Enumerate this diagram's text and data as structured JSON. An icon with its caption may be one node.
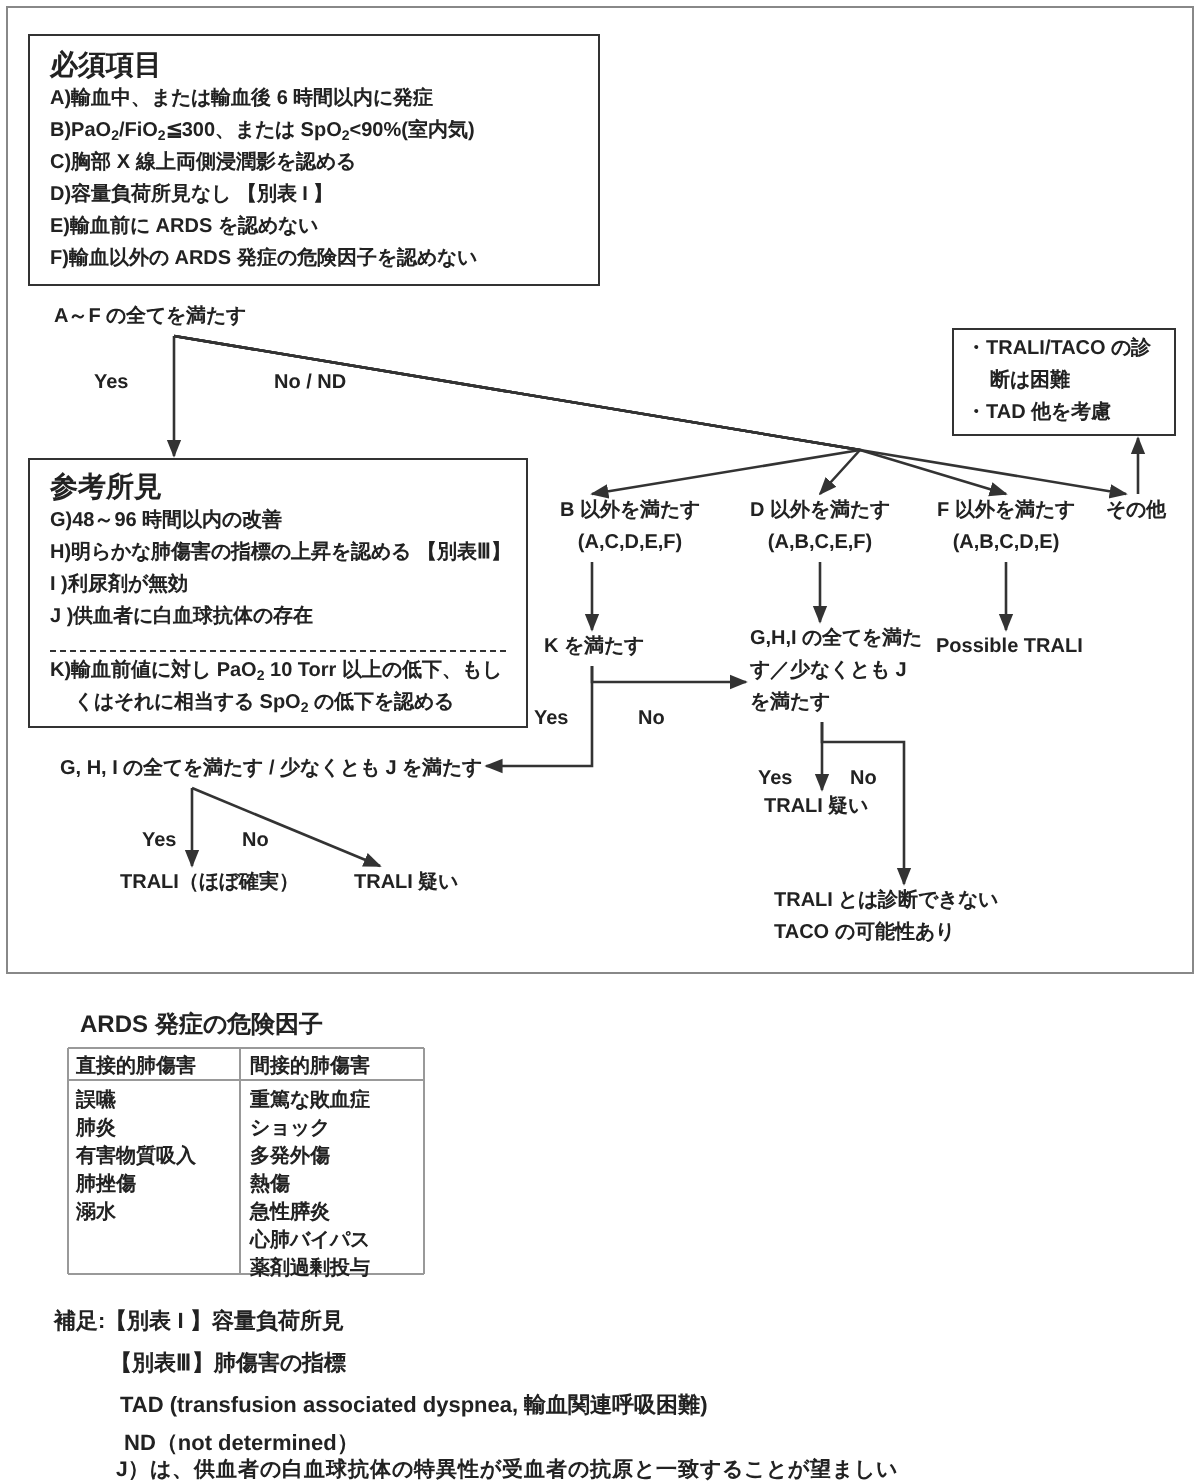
{
  "diagram": {
    "nodes": [
      {
        "text": [
          "必須項目",
          "A)輸血中、または輸血後 6 時間以内に発症",
          "B)PaO$_{2}$/FiO$_{2}$≦300、または SpO$_{2}$<90%(室内気)",
          "C)胸部 X 線上両側浸潤影を認める",
          "D)容量負荷所見なし 【別表 I 】",
          "E)輸血前に ARDS を認めない",
          "F)輸血以外の ARDS 発症の危険因子を認めない"
        ]
      },
      {
        "text": [
          "A～F の全てを満たす"
        ]
      },
      {
        "text": [
          "参考所見",
          "G)48～96 時間以内の改善",
          "H)明らかな肺傷害の指標の上昇を認める 【別表Ⅲ】",
          "I )利尿剤が無効",
          "J )供血者に白血球抗体の存在",
          "K)輸血前値に対し PaO$_{2}$ 10 Torr 以上の低下、もしくはそれに相当する SpO$_{2}$ の低下を認める"
        ]
      },
      {
        "text": [
          "B 以外を満たす",
          "(A,C,D,E,F)"
        ]
      },
      {
        "text": [
          "D 以外を満たす",
          "(A,B,C,E,F)"
        ]
      },
      {
        "text": [
          "F 以外を満たす",
          "(A,B,C,D,E)"
        ]
      },
      {
        "text": [
          "その他"
        ]
      },
      {
        "text": [
          "・TRALI/TACO の診断は困難",
          "・TAD 他を考慮"
        ]
      },
      {
        "text": [
          "K を満たす"
        ]
      },
      {
        "text": [
          "G,H,I の全てを満たす／少なくとも J を満たす"
        ]
      },
      {
        "text": [
          "Possible TRALI"
        ]
      },
      {
        "text": [
          "G, H, I の全てを満たす / 少なくとも J を満たす"
        ]
      },
      {
        "text": [
          "TRALI 疑い"
        ]
      },
      {
        "text": [
          "TRALI とは診断できない TACO の可能性あり"
        ]
      },
      {
        "text": [
          "TRALI（ほぼ確実）"
        ]
      },
      {
        "text": [
          "TRALI 疑い"
        ]
      }
    ],
    "edges": [
      {
        "from": 1,
        "to": 2,
        "arrow": "to",
        "label": "Yes"
      },
      {
        "from": 1,
        "to": 3,
        "arrow": "to",
        "label": "No / ND"
      },
      {
        "from": 1,
        "to": 4,
        "arrow": "to"
      },
      {
        "from": 1,
        "to": 5,
        "arrow": "to"
      },
      {
        "from": 1,
        "to": 6,
        "arrow": "to"
      },
      {
        "from": 6,
        "to": 7,
        "arrow": "to"
      },
      {
        "from": 3,
        "to": 8,
        "arrow": "to"
      },
      {
        "from": 4,
        "to": 9,
        "arrow": "to"
      },
      {
        "from": 5,
        "to": 10,
        "arrow": "to"
      },
      {
        "from": 8,
        "to": 11,
        "arrow": "to",
        "label": "Yes"
      },
      {
        "from": 8,
        "to": 9,
        "arrow": "to",
        "label": "No"
      },
      {
        "from": 9,
        "to": 12,
        "arrow": "to",
        "label": "Yes"
      },
      {
        "from": 9,
        "to": 13,
        "arrow": "to",
        "label": "No"
      },
      {
        "from": 11,
        "to": 14,
        "arrow": "to",
        "label": "Yes"
      },
      {
        "from": 11,
        "to": 15,
        "arrow": "to",
        "label": "No"
      }
    ],
    "labels": [
      "ARDS 発症の危険因子",
      "直接的肺傷害",
      "間接的肺傷害",
      "誤嚥",
      "重篤な敗血症",
      "肺炎",
      "ショック",
      "有害物質吸入",
      "多発外傷",
      "肺挫傷",
      "熱傷",
      "溺水",
      "急性膵炎",
      "心肺バイパス",
      "薬剤過剰投与",
      "補足:【別表 I 】容量負荷所見",
      "【別表Ⅲ】肺傷害の指標",
      "TAD (transfusion associated dyspnea, 輸血関連呼吸困難)",
      "ND（not determined）",
      "J）は、供血者の白血球抗体の特異性が受血者の抗原と一致することが望ましい"
    ]
  }
}
